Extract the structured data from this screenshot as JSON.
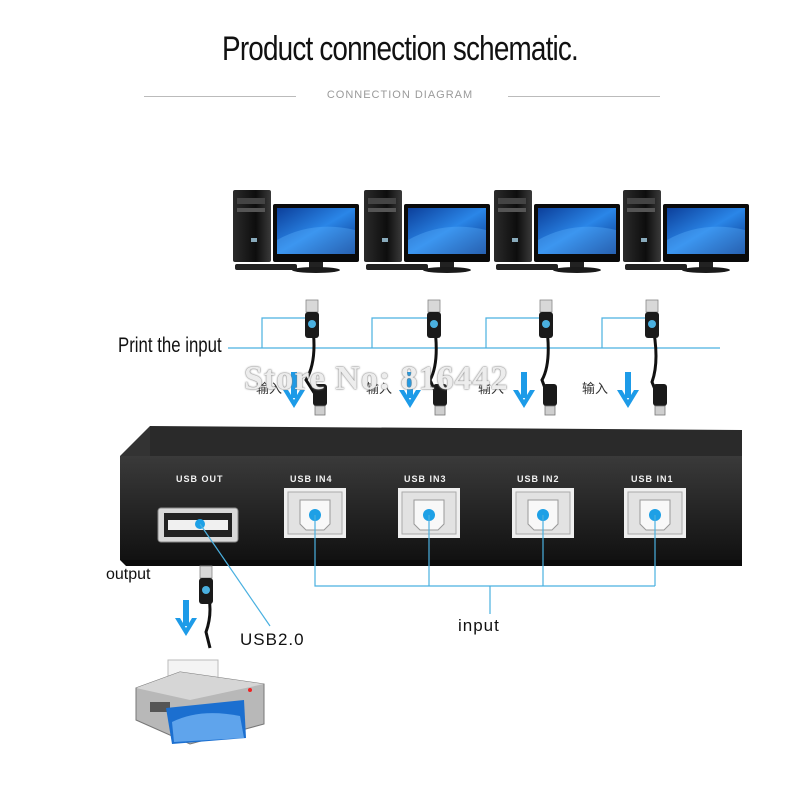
{
  "header": {
    "title": "Product connection schematic.",
    "subtitle": "CONNECTION DIAGRAM"
  },
  "labels": {
    "print_input": "Print the input",
    "output": "output",
    "usb20": "USB2.0",
    "input": "input",
    "cn_input": "输入"
  },
  "switch": {
    "ports": [
      "USB OUT",
      "USB IN4",
      "USB IN3",
      "USB IN2",
      "USB IN1"
    ]
  },
  "watermark": "Store No: 816442",
  "colors": {
    "wire": "#4ab0e0",
    "arrow": "#1d9be8",
    "device_body": "#1c1c1c",
    "monitor_screen": "#1b6fd0"
  }
}
